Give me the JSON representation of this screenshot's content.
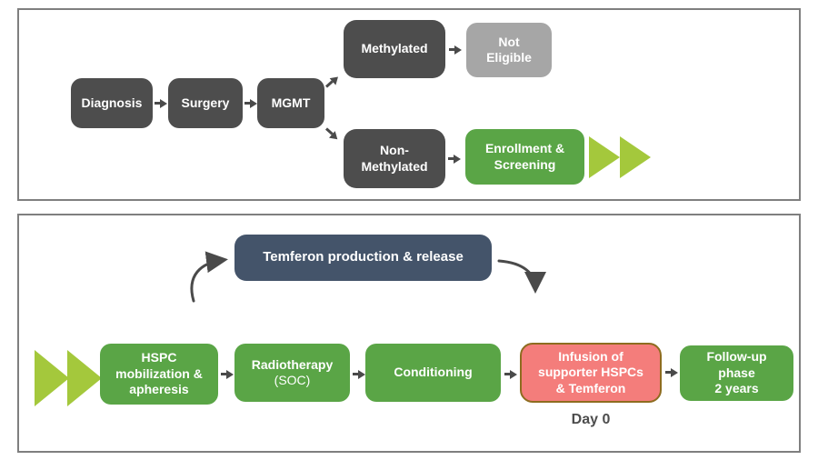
{
  "colors": {
    "panel_border": "#7f7f7f",
    "dark_box": "#4d4d4d",
    "gray_box": "#a6a6a6",
    "green_box": "#5aa546",
    "chevron_green": "#a4c83c",
    "navy_box": "#44546a",
    "salmon_box": "#f47d7b",
    "salmon_border": "#8e6c1f",
    "arrow": "#4a4a4a"
  },
  "icons": {
    "flow_chevron": "triangle-right",
    "straight_arrow": "arrow-right",
    "curved_arrow": "curved-arc-arrow"
  },
  "top_panel": {
    "diagnosis": "Diagnosis",
    "surgery": "Surgery",
    "mgmt": "MGMT",
    "methylated": "Methylated",
    "not_eligible": "Not\nEligible",
    "non_methylated": "Non-\nMethylated",
    "enrollment": "Enrollment &\nScreening"
  },
  "bottom_panel": {
    "temferon_production": "Temferon production & release",
    "hspc": "HSPC\nmobilization &\napheresis",
    "radiotherapy_main": "Radiotherapy",
    "radiotherapy_sub": "(SOC)",
    "conditioning": "Conditioning",
    "infusion": "Infusion of\nsupporter HSPCs\n& Temferon",
    "follow_up": "Follow-up\nphase\n2 years",
    "day_zero": "Day 0"
  }
}
